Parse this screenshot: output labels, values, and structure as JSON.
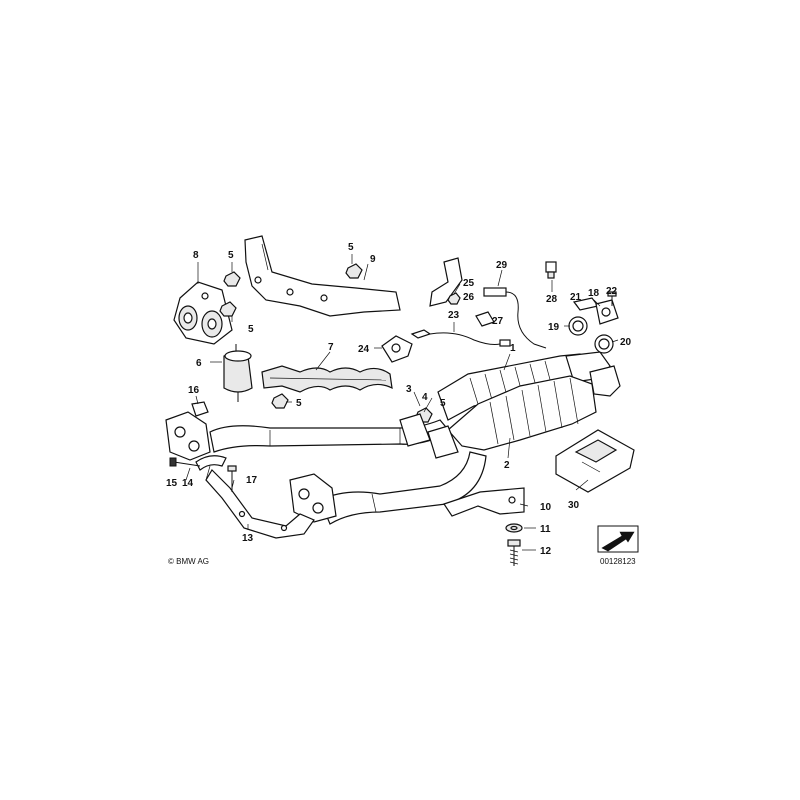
{
  "diagram": {
    "labels": {
      "l1": "1",
      "l2": "2",
      "l3": "3",
      "l4": "4",
      "l5a": "5",
      "l5b": "5",
      "l5c": "5",
      "l5d": "5",
      "l5e": "5",
      "l6": "6",
      "l7": "7",
      "l8": "8",
      "l9": "9",
      "l10": "10",
      "l11": "11",
      "l12": "12",
      "l13": "13",
      "l14": "14",
      "l15": "15",
      "l16": "16",
      "l17": "17",
      "l18": "18",
      "l19": "19",
      "l20": "20",
      "l21": "21",
      "l22": "22",
      "l23": "23",
      "l24": "24",
      "l25": "25",
      "l26": "26",
      "l27": "27",
      "l28": "28",
      "l29": "29",
      "l30": "30"
    },
    "copyright": "© BMW AG",
    "image_number": "00128123"
  }
}
